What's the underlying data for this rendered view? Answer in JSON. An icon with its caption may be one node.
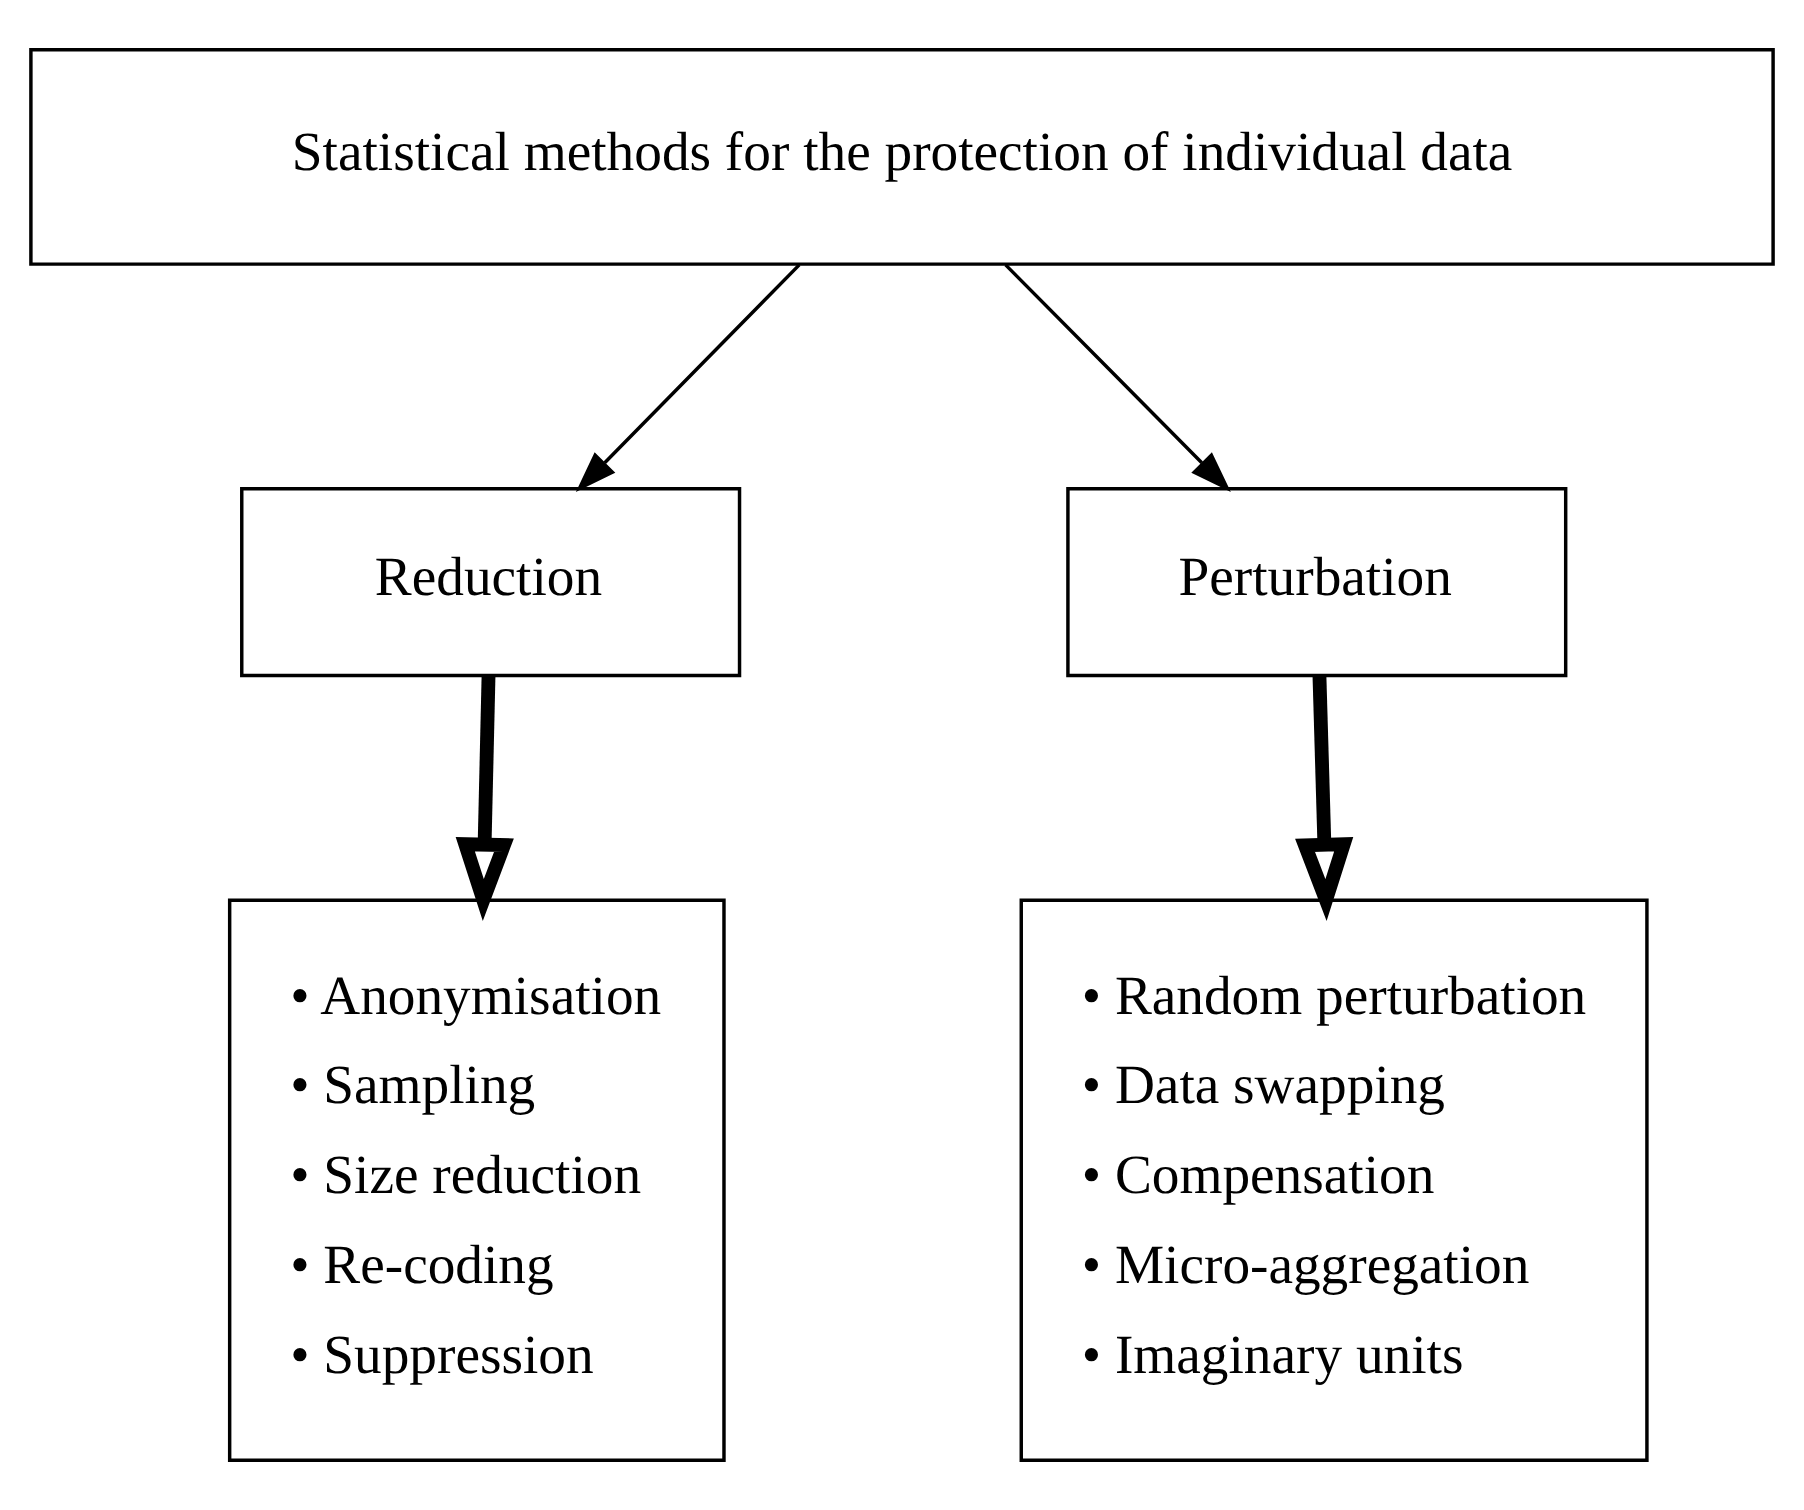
{
  "diagram": {
    "nodes": [
      {
        "text": [
          "Statistical methods for the protection of individual data"
        ]
      },
      {
        "text": [
          "Reduction"
        ]
      },
      {
        "text": [
          "Perturbation"
        ]
      },
      {
        "text": [
          "• Anonymisation",
          "• Sampling",
          "• Size reduction",
          "• Re-coding",
          "• Suppression"
        ]
      },
      {
        "text": [
          "• Random perturbation",
          "• Data swapping",
          "• Compensation",
          "• Micro-aggregation",
          "• Imaginary units"
        ]
      }
    ],
    "edges": [
      {
        "from": 0,
        "to": 1,
        "arrow": "to"
      },
      {
        "from": 0,
        "to": 2,
        "arrow": "to"
      },
      {
        "from": 1,
        "to": 3,
        "arrow": "to",
        "style": "thick"
      },
      {
        "from": 2,
        "to": 4,
        "arrow": "to",
        "style": "thick"
      }
    ]
  }
}
